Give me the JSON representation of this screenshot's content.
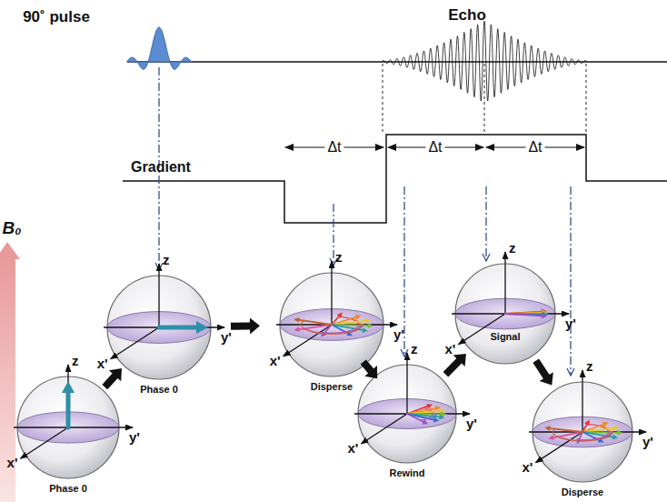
{
  "diagram": {
    "nodes": [
      {
        "text": [
          "z",
          "y'",
          "x'",
          "Phase 0"
        ]
      },
      {
        "text": [
          "z",
          "y'",
          "x'",
          "Phase 0"
        ]
      },
      {
        "text": [
          "z",
          "y'",
          "x'",
          "Disperse"
        ]
      },
      {
        "text": [
          "z",
          "y'",
          "x'",
          "Rewind"
        ]
      },
      {
        "text": [
          "z",
          "y'",
          "x'",
          "Signal"
        ]
      },
      {
        "text": [
          "z",
          "y'",
          "x'",
          "Disperse"
        ]
      }
    ],
    "edges": [
      {
        "from": 0,
        "to": 1,
        "arrow": "to"
      },
      {
        "from": 1,
        "to": 2,
        "arrow": "to"
      },
      {
        "from": 2,
        "to": 3,
        "arrow": "to"
      },
      {
        "from": 3,
        "to": 4,
        "arrow": "to"
      },
      {
        "from": 4,
        "to": 5,
        "arrow": "to"
      }
    ],
    "labels": [
      "90˚ pulse",
      "Echo",
      "Gradient",
      "Δt",
      "Δt",
      "Δt",
      "B₀"
    ]
  }
}
